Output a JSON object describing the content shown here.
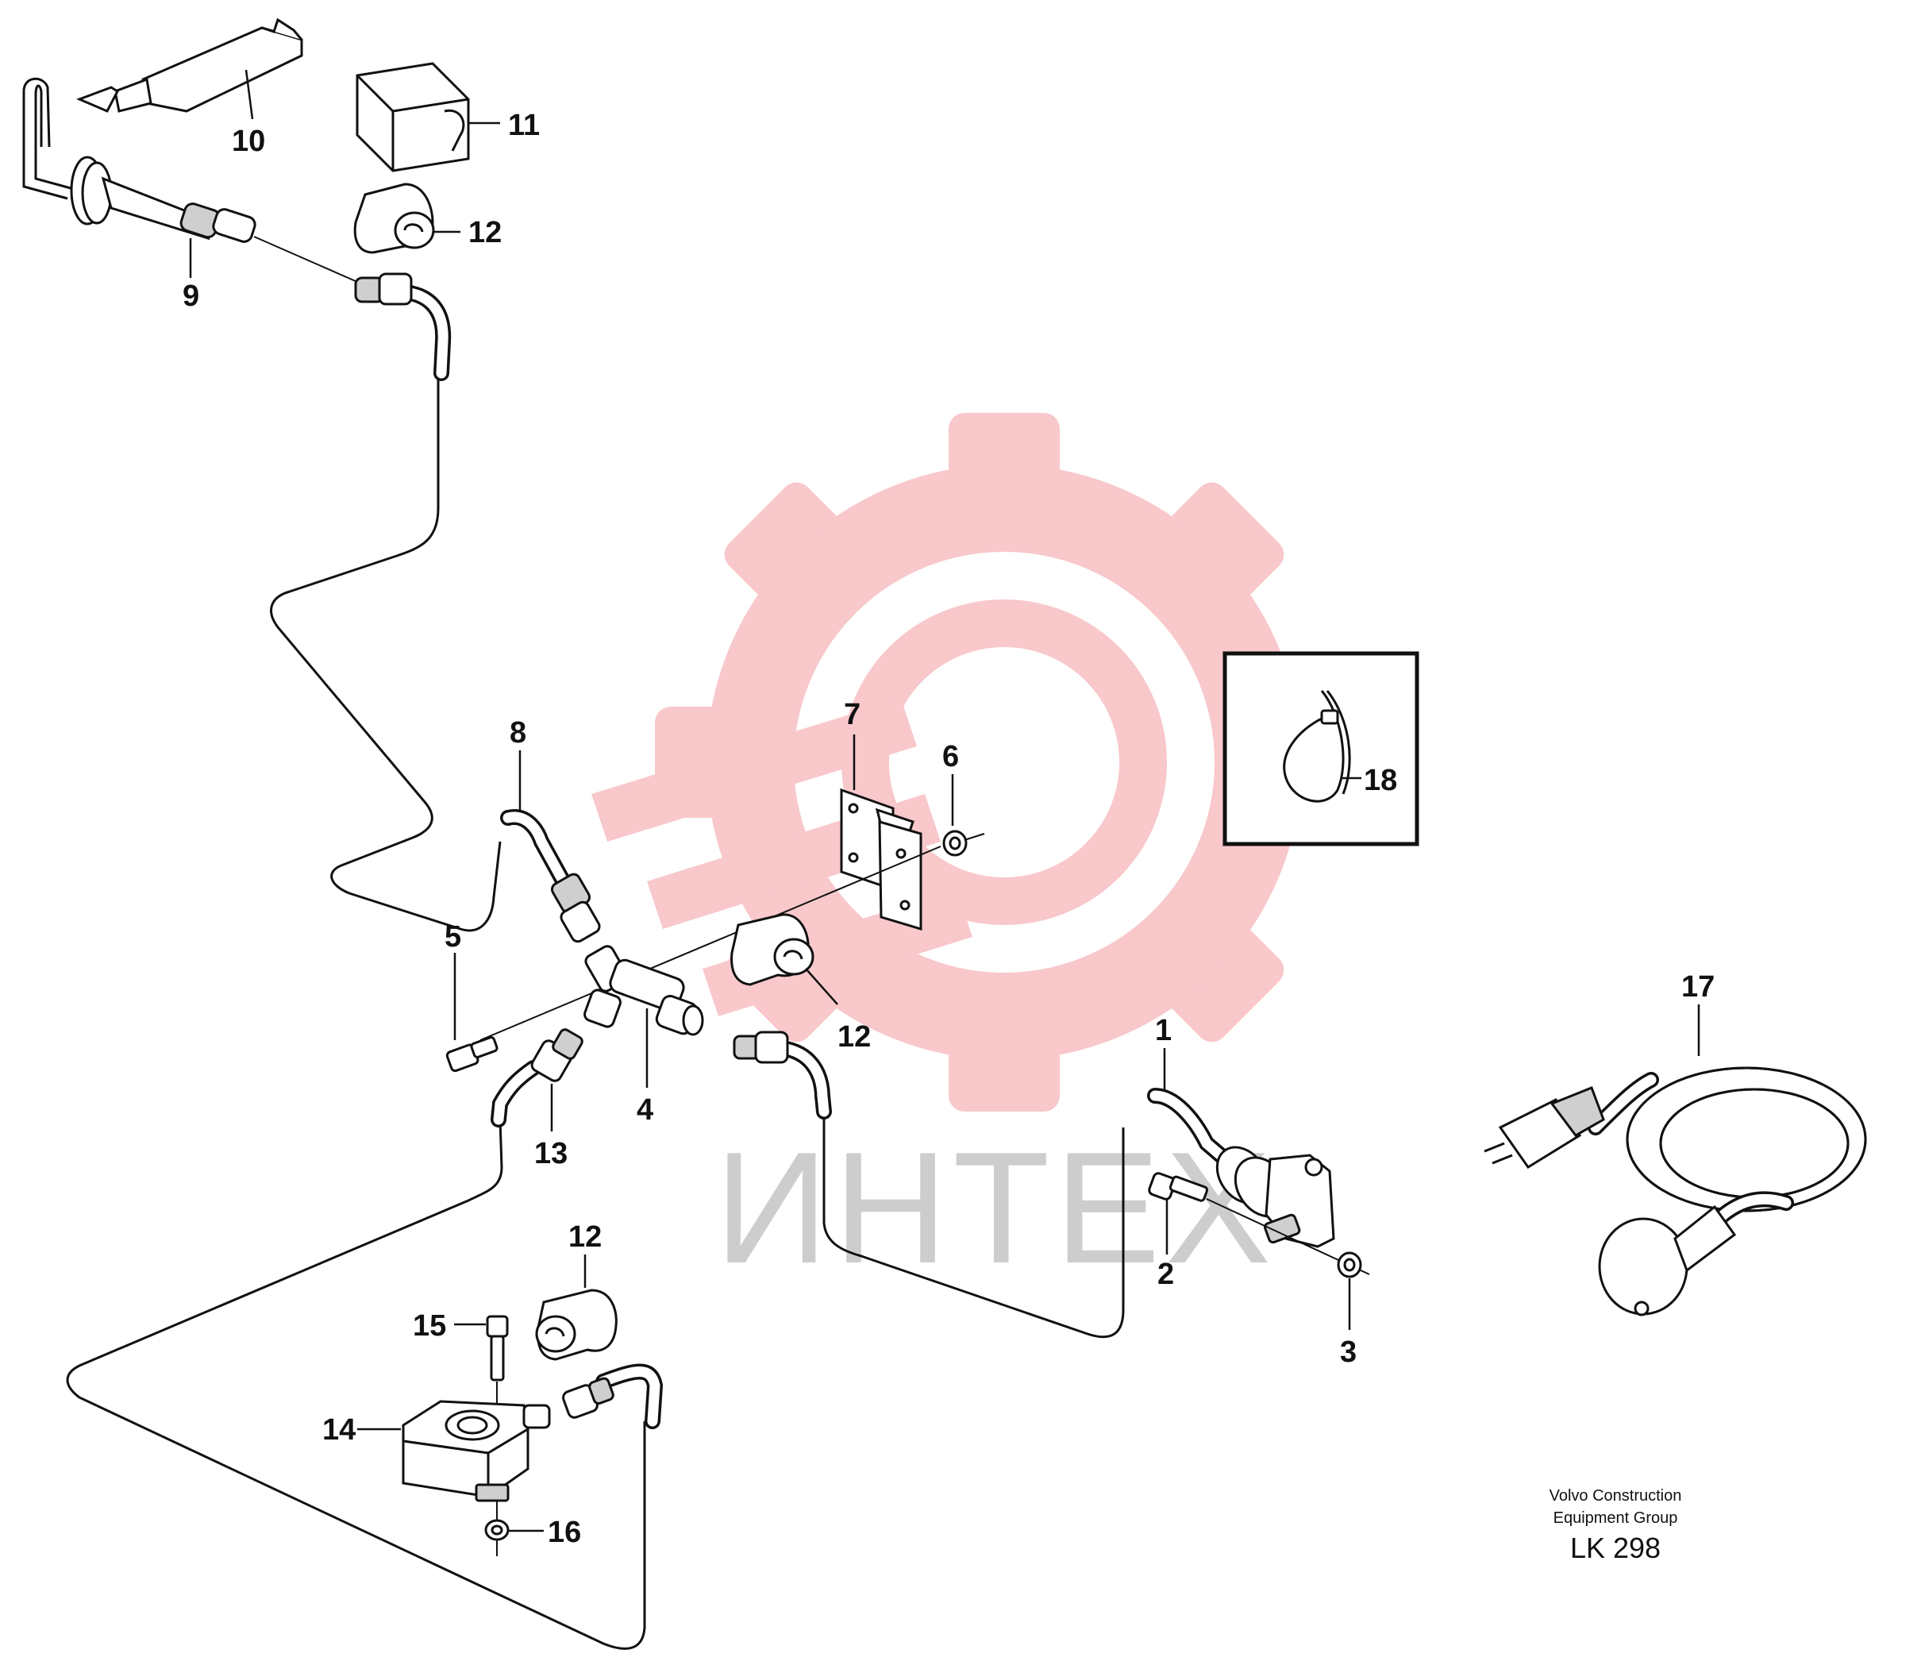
{
  "callouts": {
    "c1": "1",
    "c2": "2",
    "c3": "3",
    "c4": "4",
    "c5": "5",
    "c6": "6",
    "c7": "7",
    "c8": "8",
    "c9": "9",
    "c10": "10",
    "c11": "11",
    "c12a": "12",
    "c12b": "12",
    "c12c": "12",
    "c13": "13",
    "c14": "14",
    "c15": "15",
    "c16": "16",
    "c17": "17",
    "c18": "18"
  },
  "publisher": {
    "line1": "Volvo Construction",
    "line2": "Equipment Group",
    "code": "LK 298"
  },
  "watermark": {
    "text": "ИНТЕХ",
    "logo_color": "#f4a3a8",
    "text_color": "#bdbdbd"
  },
  "colors": {
    "line": "#111111",
    "background": "#ffffff"
  }
}
